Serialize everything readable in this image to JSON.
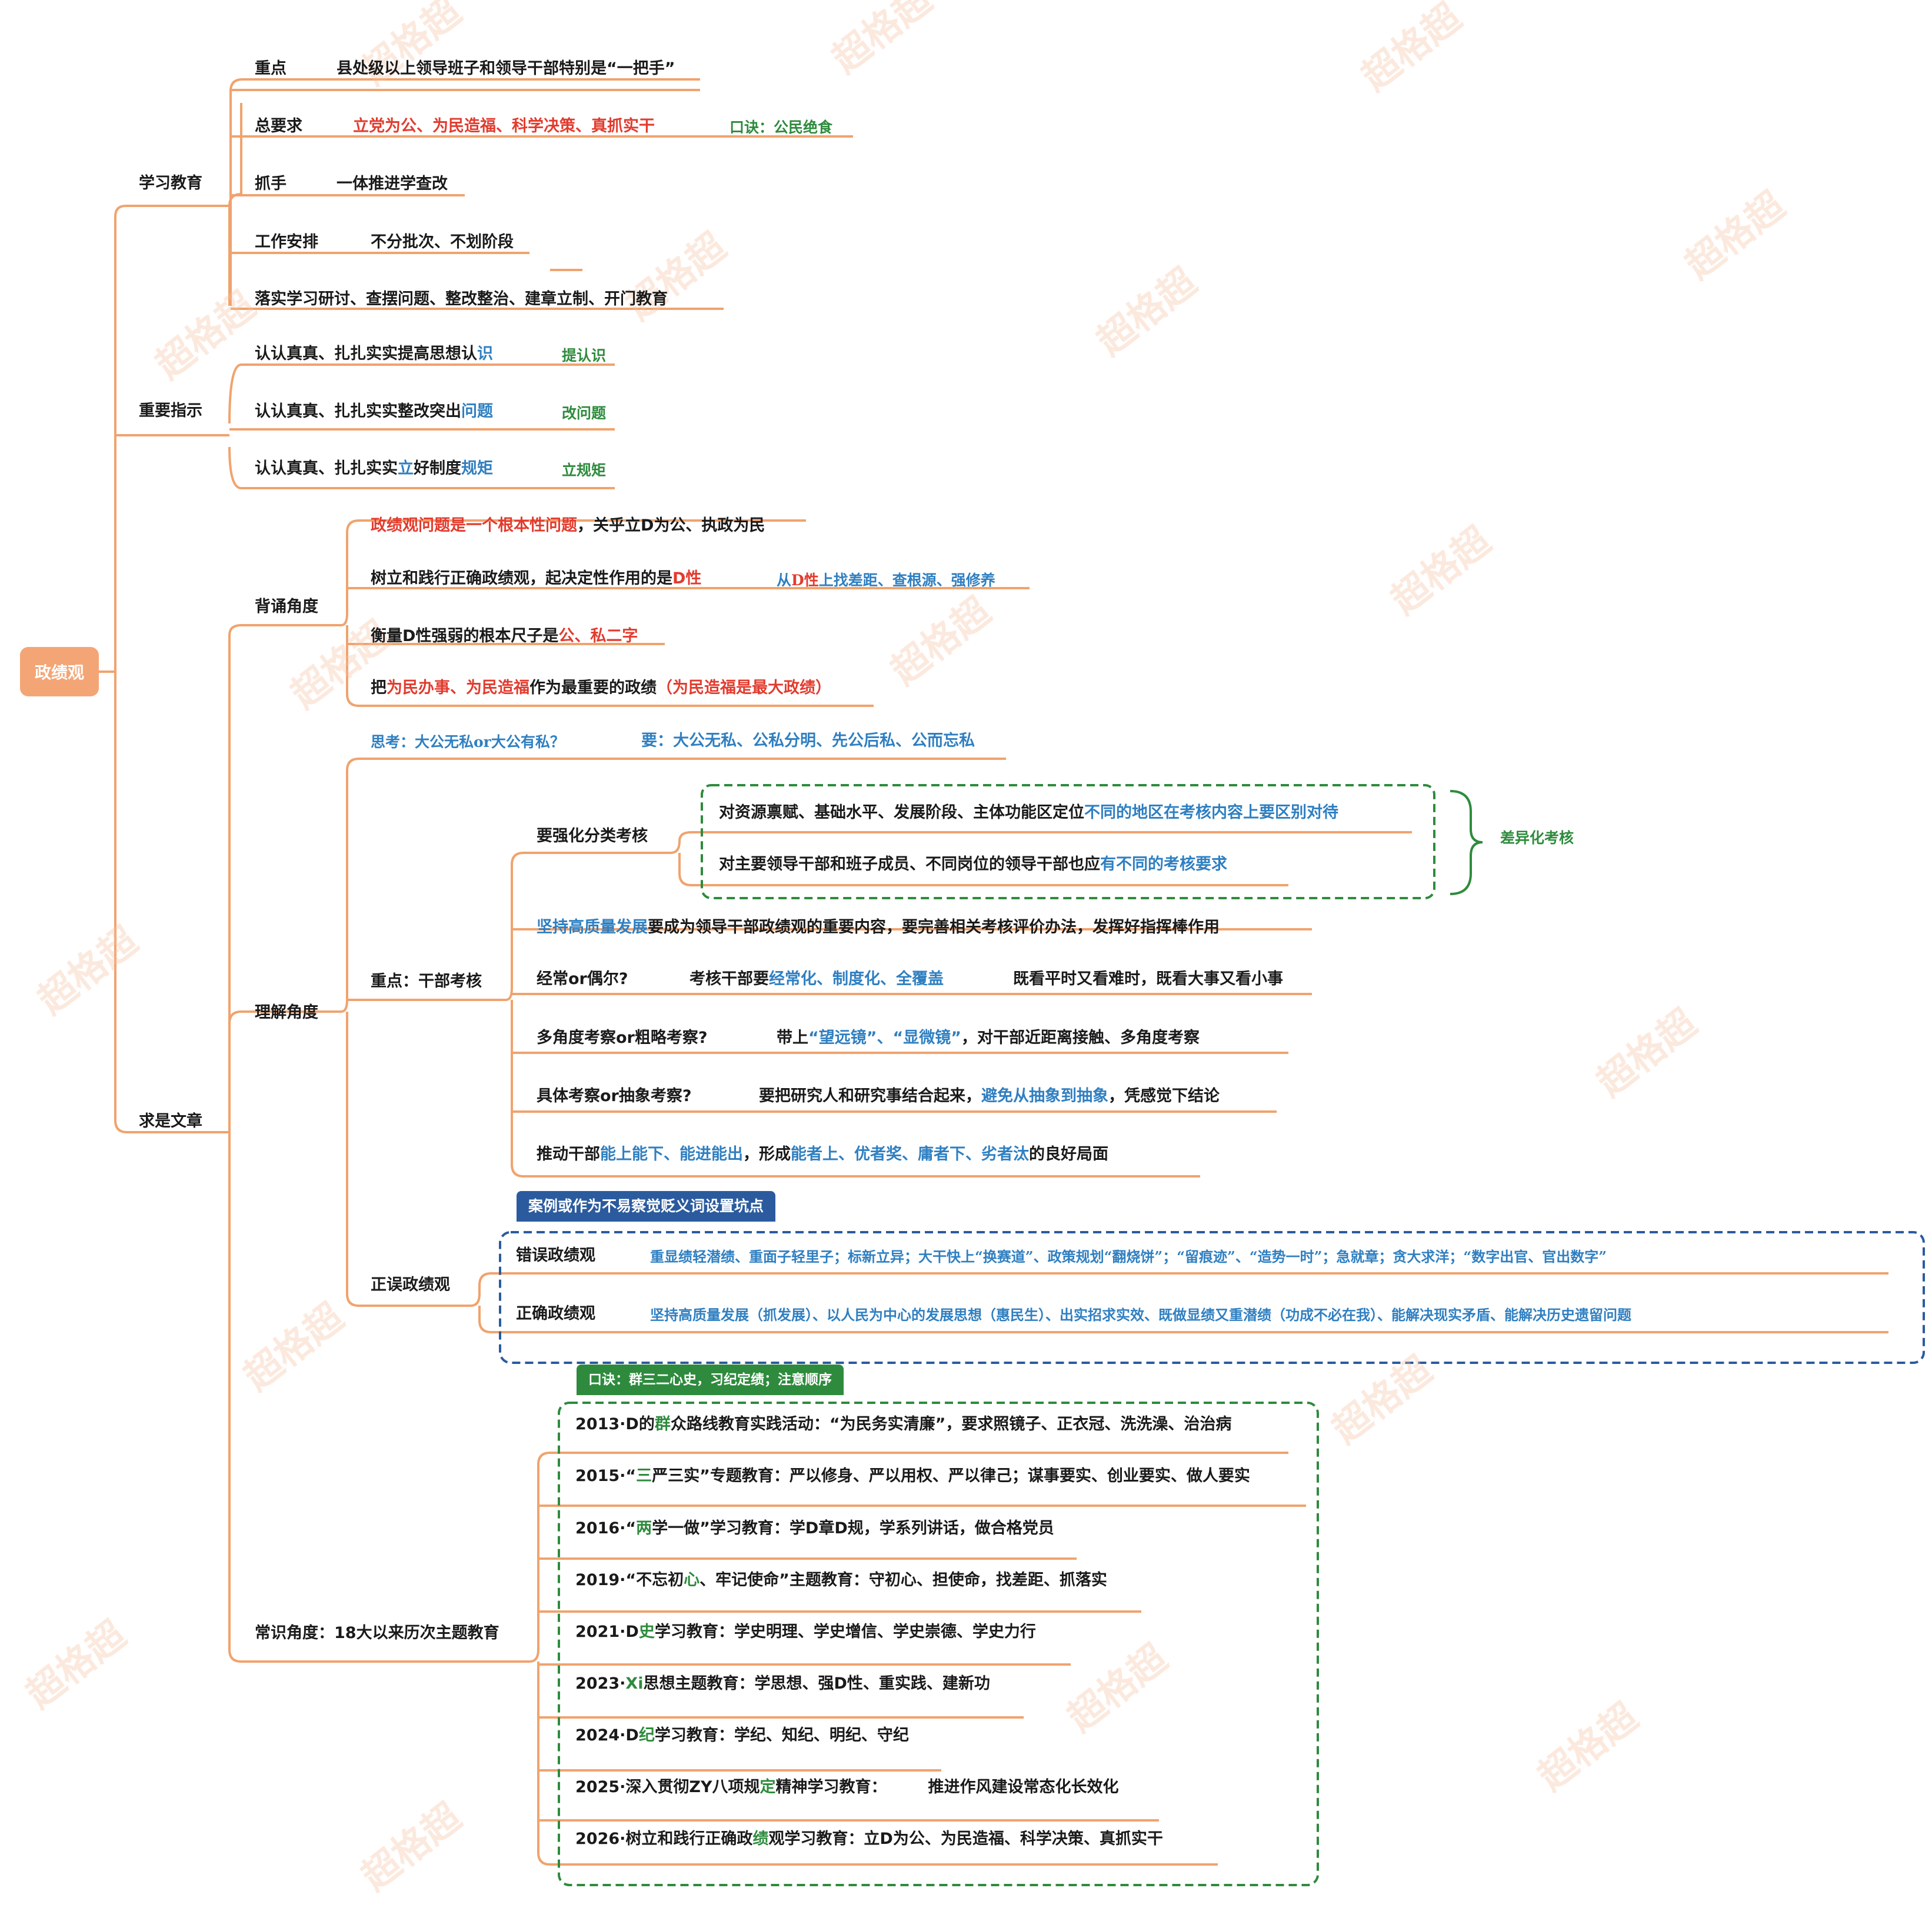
{
  "root": "政绩观",
  "watermark": "超格超",
  "study": {
    "label": "学习教育",
    "focus_key": "重点",
    "focus_val": "县处级以上领导班子和领导干部特别是“一把手”",
    "req_key": "总要求",
    "req_val": "立党为公、为民造福、科学决策、真抓实干",
    "req_tip": "口诀：公民绝食",
    "grip_key": "抓手",
    "grip_val": "一体推进学查改",
    "arr_key": "工作安排",
    "arr_val": "不分批次、不划阶段",
    "impl": "落实学习研讨、查摆问题、整改整治、建章立制、开门教育"
  },
  "instr": {
    "label": "重要指示",
    "i1a": "认认真真、扎扎实实提高思想认",
    "i1b": "识",
    "i1tip": "提认识",
    "i2a": "认认真真、扎扎实实整改突出",
    "i2b": "问题",
    "i2tip": "改问题",
    "i3a": "认认真真、扎扎实实",
    "i3b": "立",
    "i3c": "好制度",
    "i3d": "规矩",
    "i3tip": "立规矩"
  },
  "qs": {
    "label": "求是文章",
    "recite": {
      "label": "背诵角度",
      "r1a": "政绩观问题是一个根本性问题",
      "r1b": "，关乎立D为公、执政为民",
      "r2a": "树立和践行正确政绩观，起决定性作用的是",
      "r2b": "D性",
      "r2tip1": "从",
      "r2tip2": "D性",
      "r2tip3": "上找差距、查根源、强修养",
      "r3a": "衡量D性强弱的根本尺子是",
      "r3b": "公、私二字",
      "r4a": "把",
      "r4b": "为民办事、为民造福",
      "r4c": "作为最重要的政绩",
      "r4d": "（为民造福是最大政绩）"
    },
    "think": {
      "a": "思考：大公无私or大公有私？",
      "b": "要：大公无私、公私分明、先公后私、公而忘私"
    },
    "understand": {
      "label": "理解角度",
      "cadre": {
        "label": "重点：干部考核",
        "cls": "要强化分类考核",
        "c1a": "对资源禀赋、基础水平、发展阶段、主体功能区定位",
        "c1b": "不同的地区在考核内容上要区别对待",
        "c2a": "对主要领导干部和班子成员、不同岗位的领导干部也应",
        "c2b": "有不同的考核要求",
        "diff": "差异化考核",
        "hq_a": "坚持高质量发展",
        "hq_b": "要成为领导干部政绩观的重要内容，要完善相关考核评价办法，发挥好指挥棒作用",
        "q1": "经常or偶尔?",
        "q1a": "考核干部要",
        "q1b": "经常化、制度化、全覆盖",
        "q1c": "既看平时又看难时，既看大事又看小事",
        "q2": "多角度考察or粗略考察?",
        "q2a": "带上",
        "q2b": "“望远镜”、“显微镜”",
        "q2c": "，对干部近距离接触、多角度考察",
        "q3": "具体考察or抽象考察?",
        "q3a": "要把研究人和研究事结合起来，",
        "q3b": "避免从抽象到抽象",
        "q3c": "，凭感觉下结论",
        "p_a": "推动干部",
        "p_b": "能上能下、能进能出",
        "p_c": "，形成",
        "p_d": "能者上、优者奖、庸者下、劣者汰",
        "p_e": "的良好局面"
      },
      "right_wrong": {
        "label": "正误政绩观",
        "tag": "案例或作为不易察觉贬义词设置坑点",
        "wrong_key": "错误政绩观",
        "wrong_val": "重显绩轻潜绩、重面子轻里子；标新立异；大干快上“换赛道”、政策规划“翻烧饼”；“留痕迹”、“造势一时”；急就章；贪大求洋；“数字出官、官出数字”",
        "right_key": "正确政绩观",
        "right_val": "坚持高质量发展（抓发展）、以人民为中心的发展思想（惠民生）、出实招求实效、既做显绩又重潜绩（功成不必在我）、能解决现实矛盾、能解决历史遗留问题"
      }
    },
    "common": {
      "label": "常识角度：18大以来历次主题教育",
      "tag": "口诀：群三二心史，习纪定绩；注意顺序",
      "e1a": "2013·D的",
      "e1b": "群",
      "e1c": "众路线教育实践活动：“为民务实清廉”，要求照镜子、正衣冠、洗洗澡、治治病",
      "e2a": "2015·“",
      "e2b": "三",
      "e2c": "严三实”专题教育：严以修身、严以用权、严以律己；谋事要实、创业要实、做人要实",
      "e3a": "2016·“",
      "e3b": "两",
      "e3c": "学一做”学习教育：学D章D规，学系列讲话，做合格党员",
      "e4a": "2019·“不忘初",
      "e4b": "心",
      "e4c": "、牢记使命”主题教育：守初心、担使命，找差距、抓落实",
      "e5a": "2021·D",
      "e5b": "史",
      "e5c": "学习教育：学史明理、学史增信、学史崇德、学史力行",
      "e6a": "2023·",
      "e6b": "Xi",
      "e6c": "思想主题教育：学思想、强D性、重实践、建新功",
      "e7a": "2024·D",
      "e7b": "纪",
      "e7c": "学习教育：学纪、知纪、明纪、守纪",
      "e8a": "2025·深入贯彻ZY八项规",
      "e8b": "定",
      "e8c": "精神学习教育：",
      "e8d": "推进作风建设常态化长效化",
      "e9a": "2026·树立和践行正确政",
      "e9b": "绩",
      "e9c": "观学习教育：立D为公、为民造福、科学决策、真抓实干"
    }
  },
  "colors": {
    "branch": "#f0a36e",
    "red": "#e23b2e",
    "blue": "#2f7fc1",
    "green": "#2e8b3d",
    "navy": "#2b5b9e",
    "root_bg": "#f4a576"
  }
}
